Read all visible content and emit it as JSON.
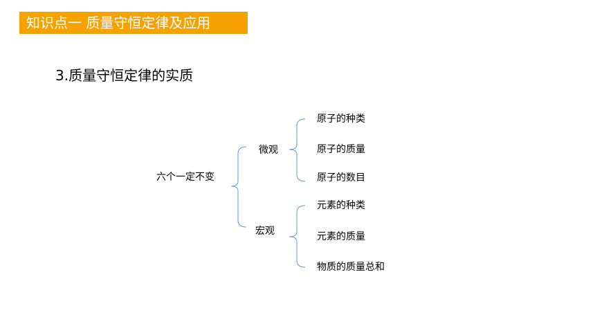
{
  "header": {
    "title": "知识点一 质量守恒定律及应用",
    "background_color": "#f5a100"
  },
  "section_title": "3.质量守恒定律的实质",
  "diagram": {
    "root": "六个一定不变",
    "branches": [
      {
        "label": "微观",
        "children": [
          "原子的种类",
          "原子的质量",
          "原子的数目"
        ]
      },
      {
        "label": "宏观",
        "children": [
          "元素的种类",
          "元素的质量",
          "物质的质量总和"
        ]
      }
    ],
    "bracket_color": "#5b9bd5"
  }
}
